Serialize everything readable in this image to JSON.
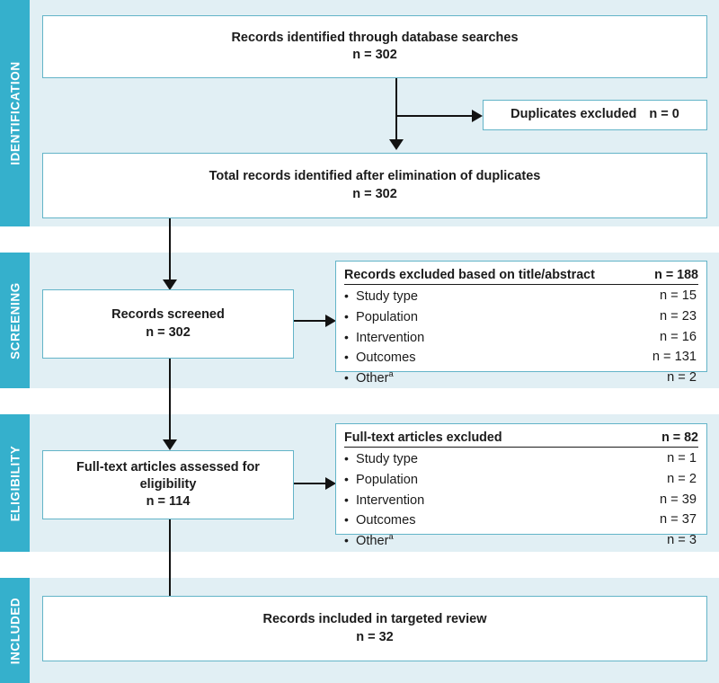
{
  "diagram": {
    "title": "PRISMA study selection flow diagram",
    "colors": {
      "stage_tab": "#35b0cc",
      "stage_band": "#e1eff4",
      "box_border": "#63b4c8",
      "box_fill": "#ffffff",
      "connector": "#121212",
      "text": "#1b1b1b"
    }
  },
  "stages": [
    {
      "id": "identification",
      "label": "IDENTIFICATION"
    },
    {
      "id": "screening",
      "label": "SCREENING"
    },
    {
      "id": "eligibility",
      "label": "ELIGIBILITY"
    },
    {
      "id": "included",
      "label": "INCLUDED"
    }
  ],
  "boxes": {
    "records_identified": {
      "line1": "Records identified through database searches",
      "line2": "n = 302"
    },
    "duplicates_excluded": {
      "label": "Duplicates excluded",
      "n": "n = 0"
    },
    "total_after_duplicates": {
      "line1": "Total records identified after elimination of duplicates",
      "line2": "n = 302"
    },
    "records_screened": {
      "line1": "Records screened",
      "line2": "n = 302"
    },
    "fulltext_assessed": {
      "line1": "Full-text articles assessed for",
      "line2": "eligibility",
      "line3": "n = 114"
    },
    "records_included": {
      "line1": "Records included in targeted review",
      "line2": "n = 32"
    }
  },
  "exclusion_lists": {
    "title_abstract": {
      "header_label": "Records excluded based on title/abstract",
      "header_n": "n = 188",
      "items": [
        {
          "label": "Study type",
          "sup": "",
          "n": "n = 15"
        },
        {
          "label": "Population",
          "sup": "",
          "n": "n = 23"
        },
        {
          "label": "Intervention",
          "sup": "",
          "n": "n = 16"
        },
        {
          "label": "Outcomes",
          "sup": "",
          "n": "n = 131"
        },
        {
          "label": "Other",
          "sup": "a",
          "n": "n = 2"
        }
      ]
    },
    "full_text": {
      "header_label": "Full-text articles excluded",
      "header_n": "n = 82",
      "items": [
        {
          "label": "Study type",
          "sup": "",
          "n": "n = 1"
        },
        {
          "label": "Population",
          "sup": "",
          "n": "n = 2"
        },
        {
          "label": "Intervention",
          "sup": "",
          "n": "n = 39"
        },
        {
          "label": "Outcomes",
          "sup": "",
          "n": "n = 37"
        },
        {
          "label": "Other",
          "sup": "a",
          "n": "n = 3"
        }
      ]
    }
  }
}
